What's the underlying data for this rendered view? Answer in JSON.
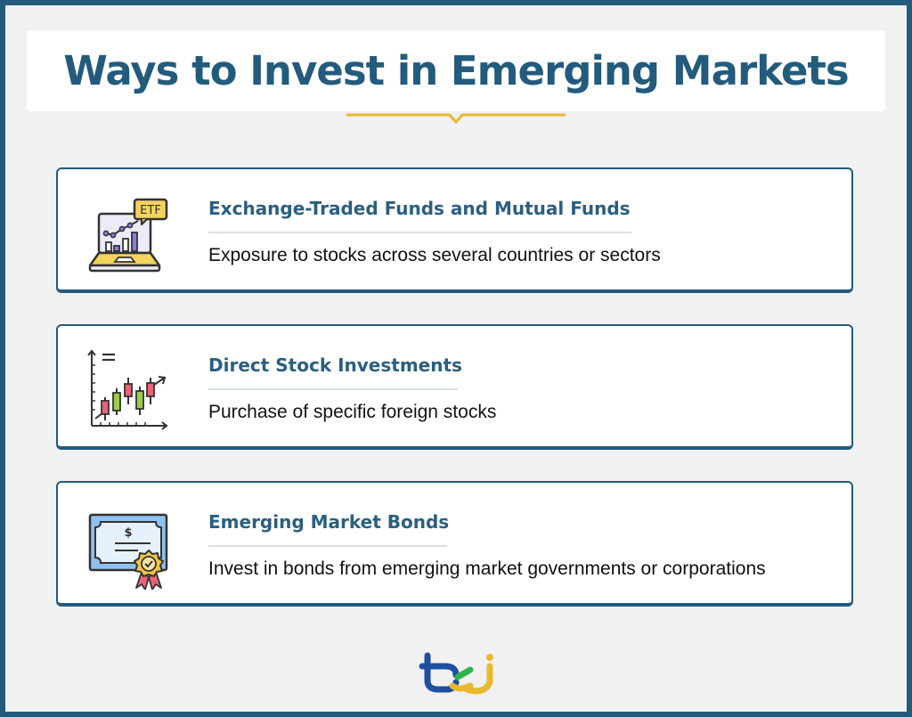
{
  "title": "Ways to Invest in Emerging Markets",
  "colors": {
    "frame": "#235b7c",
    "background": "#f1f1f2",
    "title": "#235b7c",
    "accent_divider": "#e8b92e",
    "card_border": "#235b7c",
    "heading": "#2a5f80",
    "body_text": "#111111"
  },
  "cards": [
    {
      "icon": "etf-laptop-icon",
      "icon_label": "ETF",
      "heading": "Exchange-Traded Funds and Mutual Funds",
      "description": "Exposure to stocks across several countries or sectors"
    },
    {
      "icon": "candlestick-chart-icon",
      "heading": "Direct Stock Investments",
      "description": "Purchase of specific foreign stocks"
    },
    {
      "icon": "bond-certificate-icon",
      "icon_label": "$",
      "heading": "Emerging Market Bonds",
      "description": "Invest in bonds from emerging market governments or corporations"
    }
  ],
  "logo": "tej-logo"
}
